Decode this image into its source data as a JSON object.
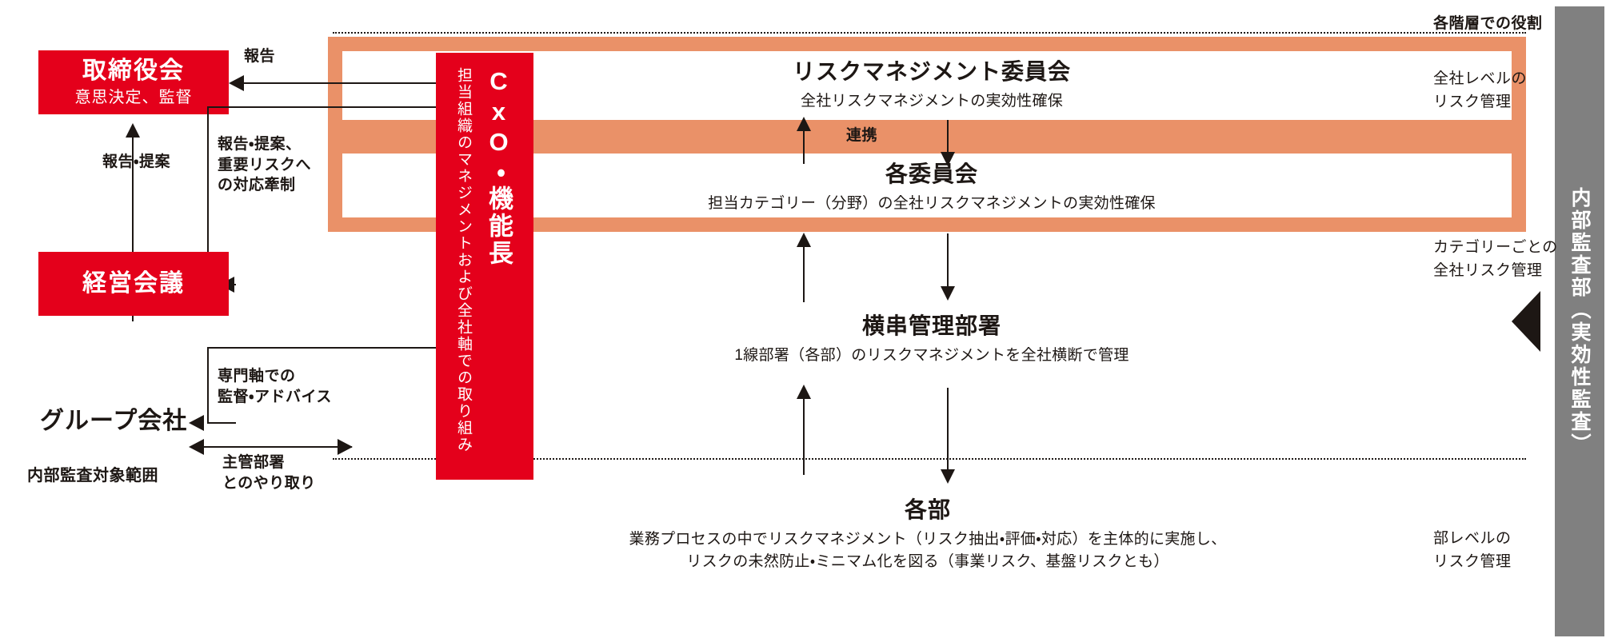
{
  "diagram": {
    "role_header": "各階層での役割",
    "left_boxes": [
      {
        "title": "取締役会",
        "sub": "意思決定、監督"
      },
      {
        "title": "経営会議",
        "sub": ""
      }
    ],
    "group_company": "グループ会社",
    "audit_scope": "内部監査対象範囲",
    "cxo": {
      "main": "CxO・機能長",
      "sub": "担当組織のマネジメントおよび全社軸での取り組み"
    },
    "levels": [
      {
        "title": "リスクマネジメント委員会",
        "sub": "全社リスクマネジメントの実効性確保",
        "sub2": "",
        "right_label": "全社レベルの\nリスク管理"
      },
      {
        "title": "各委員会",
        "sub": "担当カテゴリー（分野）の全社リスクマネジメントの実効性確保",
        "sub2": "",
        "right_label": "カテゴリーごとの\n全社リスク管理"
      },
      {
        "title": "横串管理部署",
        "sub": "1線部署（各部）のリスクマネジメントを全社横断で管理",
        "sub2": "",
        "right_label": ""
      },
      {
        "title": "各部",
        "sub": "業務プロセスの中でリスクマネジメント（リスク抽出・評価・対応）を主体的に実施し、",
        "sub2": "リスクの未然防止・ミニマム化を図る（事業リスク、基盤リスクとも）",
        "right_label": "部レベルの\nリスク管理"
      }
    ],
    "connector_labels": {
      "report_to_board": "報告",
      "report_proposal": "報告・提案",
      "report_proposal_risk": "報告・提案、\n重要リスクへ\nの対応牽制",
      "cooperation": "連携",
      "specialist_advice": "専門軸での\n監督・アドバイス",
      "jurisdiction_exchange": "主管部署\nとのやり取り"
    },
    "sidebar": {
      "label": "内部監査部（実効性監査）"
    },
    "colors": {
      "brand_red": "#e4001b",
      "orange": "#ea9168",
      "ink": "#1d1714",
      "grey": "#808080"
    }
  }
}
